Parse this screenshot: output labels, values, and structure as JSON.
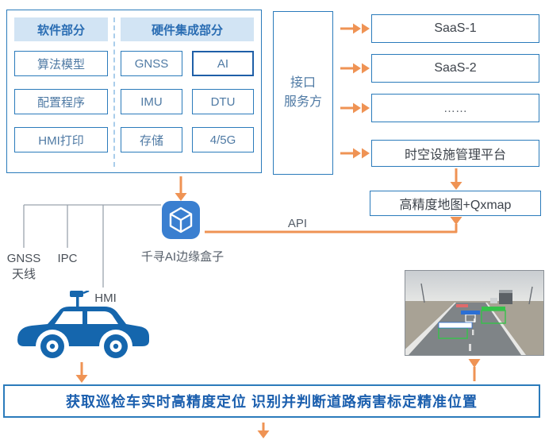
{
  "colors": {
    "primary_blue": "#2b7bbb",
    "header_bg": "#d2e4f4",
    "arrow_orange": "#ef9354",
    "car_blue": "#1566ad",
    "banner_text_blue": "#1b5fae"
  },
  "software_section": {
    "title": "软件部分",
    "items": [
      "算法模型",
      "配置程序",
      "HMI打印"
    ]
  },
  "hardware_section": {
    "title": "硬件集成部分",
    "items": [
      "GNSS",
      "AI",
      "IMU",
      "DTU",
      "存储",
      "4/5G"
    ]
  },
  "interface_box": {
    "line1": "接口",
    "line2": "服务方"
  },
  "outputs": {
    "saas1": "SaaS-1",
    "saas2": "SaaS-2",
    "ellipsis": "……",
    "platform": "时空设施管理平台",
    "map": "高精度地图+Qxmap"
  },
  "edge_box": {
    "label": "千寻AI边缘盒子",
    "icon": "cube-icon"
  },
  "api_label": "API",
  "vehicle": {
    "gnss_line1": "GNSS",
    "gnss_line2": "天线",
    "ipc": "IPC",
    "hmi": "HMI"
  },
  "banner": {
    "text": "获取巡检车实时高精度定位 识别并判断道路病害标定精准位置"
  }
}
